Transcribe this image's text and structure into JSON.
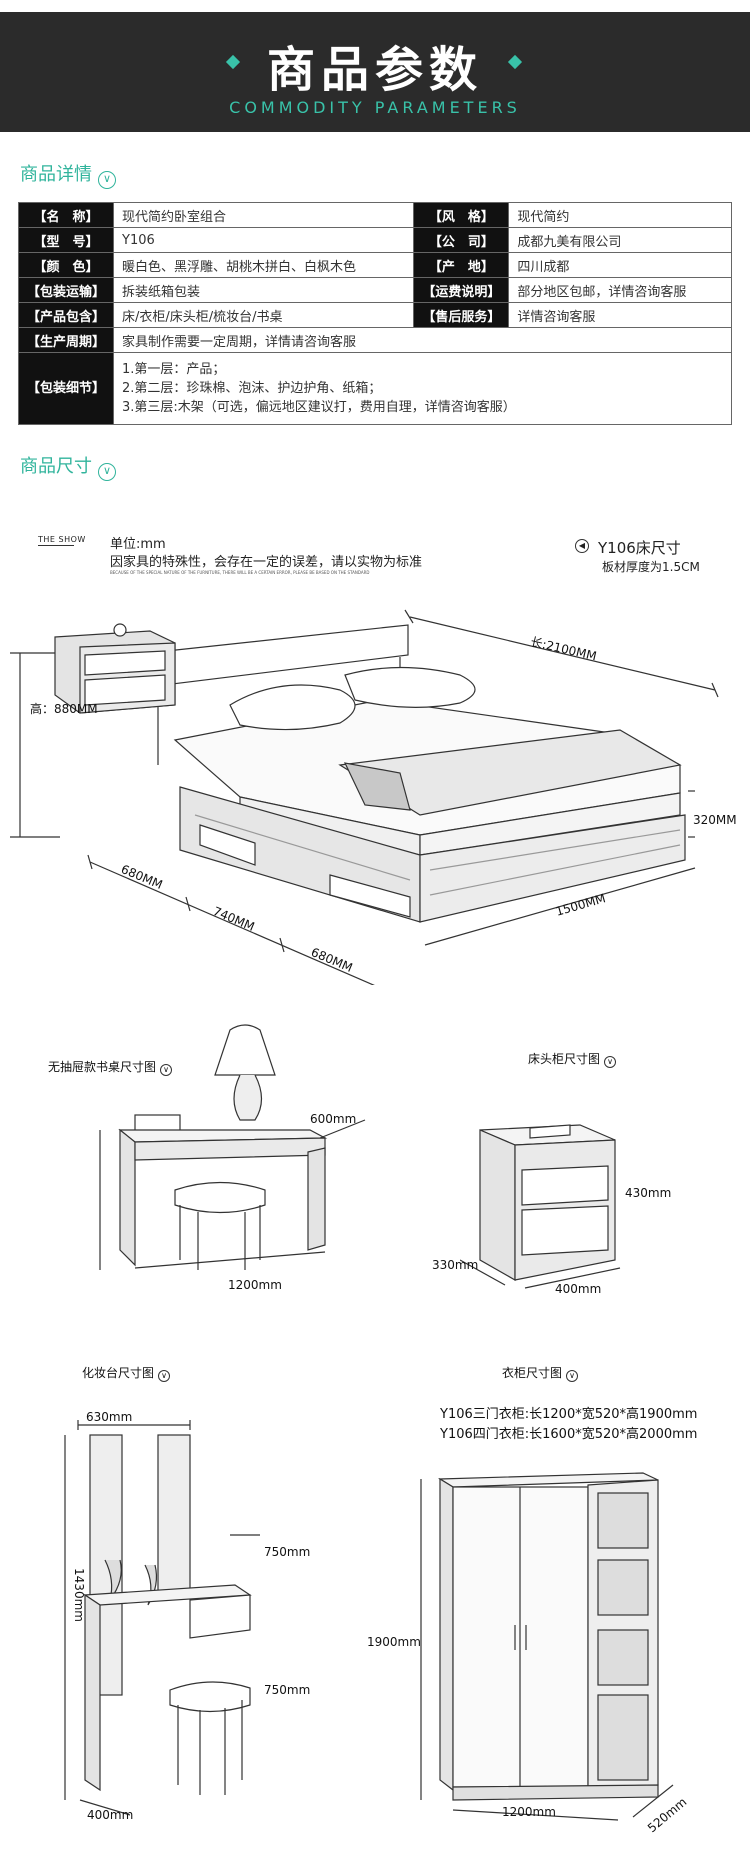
{
  "banner": {
    "title": "商品参数",
    "subtitle": "COMMODITY PARAMETERS"
  },
  "sections": {
    "details": "商品详情",
    "size": "商品尺寸"
  },
  "params": [
    [
      {
        "label": "【名　称】",
        "value": "现代简约卧室组合"
      },
      {
        "label": "【风　格】",
        "value": "现代简约"
      }
    ],
    [
      {
        "label": "【型　号】",
        "value": "Y106"
      },
      {
        "label": "【公　司】",
        "value": "成都九美有限公司"
      }
    ],
    [
      {
        "label": "【颜　色】",
        "value": "暖白色、黑浮雕、胡桃木拼白、白枫木色"
      },
      {
        "label": "【产　地】",
        "value": "四川成都"
      }
    ],
    [
      {
        "label": "【包装运输】",
        "value": "拆装纸箱包装"
      },
      {
        "label": "【运费说明】",
        "value": "部分地区包邮，详情咨询客服"
      }
    ],
    [
      {
        "label": "【产品包含】",
        "value": "床/衣柜/床头柜/梳妆台/书桌"
      },
      {
        "label": "【售后服务】",
        "value": "详情咨询客服"
      }
    ]
  ],
  "cycle": {
    "label": "【生产周期】",
    "value": "家具制作需要一定周期，详情请咨询客服"
  },
  "packing": {
    "label": "【包装细节】",
    "lines": [
      "1.第一层：产品；",
      "2.第二层：珍珠棉、泡沫、护边护角、纸箱；",
      "3.第三层:木架（可选，偏远地区建议打，费用自理，详情咨询客服）"
    ]
  },
  "bed": {
    "the_show": "THE SHOW",
    "unit": "单位:mm",
    "note": "因家具的特殊性，会存在一定的误差，请以实物为标准",
    "note_en": "BECAUSE OF THE SPECIAL NATURE OF THE FURNITURE, THERE WILL BE A CERTAIN ERROR, PLEASE BE BASED ON THE STANDARD",
    "name": "Y106床尺寸",
    "thickness": "板材厚度为1.5CM",
    "length": "长:2100MM",
    "height": "高：880MM",
    "side_h": "320MM",
    "width": "1500MM",
    "d1": "680MM",
    "d2": "740MM",
    "d3": "680MM"
  },
  "desk": {
    "caption": "无抽屉款书桌尺寸图",
    "h": "600mm",
    "w": "1200mm"
  },
  "nightstand": {
    "caption": "床头柜尺寸图",
    "h": "430mm",
    "d": "330mm",
    "w": "400mm"
  },
  "dresser": {
    "caption": "化妆台尺寸图",
    "w_top": "630mm",
    "h1": "750mm",
    "h2": "750mm",
    "total": "1430mm",
    "w": "400mm"
  },
  "wardrobe": {
    "caption": "衣柜尺寸图",
    "spec1": "Y106三门衣柜:长1200*宽520*高1900mm",
    "spec2": "Y106四门衣柜:长1600*宽520*高2000mm",
    "h": "1900mm",
    "w": "1200mm",
    "d": "520mm"
  }
}
